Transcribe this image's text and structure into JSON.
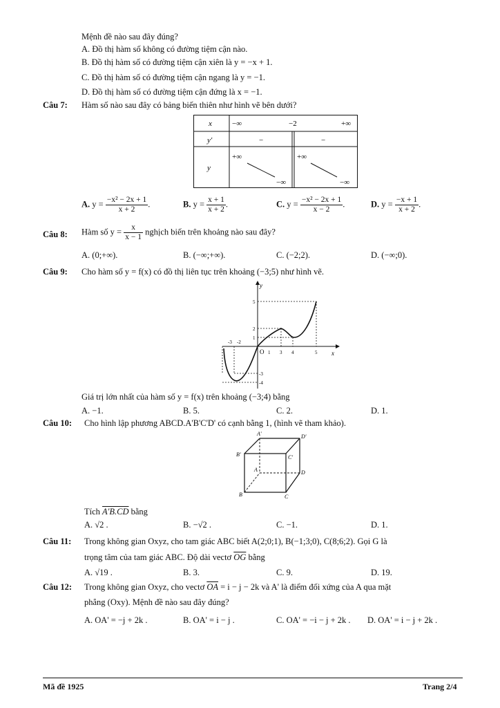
{
  "q6": {
    "stem": "Mệnh đề nào sau đây đúng?",
    "A": "A. Đồ thị hàm số không có đường tiệm cận nào.",
    "B": "B. Đồ thị hàm số có đường tiệm cận xiên là  y = −x + 1.",
    "C": "C. Đồ thị hàm số có đường tiệm cận ngang là  y = −1.",
    "D": "D. Đồ thị hàm số có đường tiệm cận đứng là  x = −1."
  },
  "q7": {
    "label": "Câu 7:",
    "stem": "Hàm số nào sau đây có bảng biến thiên như hình vẽ bên dưới?",
    "table": {
      "x": "x",
      "neg_inf": "−∞",
      "m2": "−2",
      "pos_inf": "+∞",
      "yp": "y'",
      "minus1": "−",
      "minus2": "−",
      "y": "y",
      "y_top_left": "+∞",
      "y_bot_left": "−∞",
      "y_top_right": "+∞",
      "y_bot_right": "−∞"
    },
    "A_letter": "A.",
    "A_lhs": "y =",
    "A_num": "−x² − 2x + 1",
    "A_den": "x + 2",
    "A_end": ".",
    "B_letter": "B.",
    "B_lhs": "y =",
    "B_num": "x + 1",
    "B_den": "x + 2",
    "B_end": ".",
    "C_letter": "C.",
    "C_lhs": "y =",
    "C_num": "−x² − 2x + 1",
    "C_den": "x − 2",
    "C_end": ".",
    "D_letter": "D.",
    "D_lhs": "y =",
    "D_num": "−x + 1",
    "D_den": "x + 2",
    "D_end": "."
  },
  "q8": {
    "label": "Câu 8:",
    "pre": "Hàm số  y =",
    "num": "x",
    "den": "x − 1",
    "post": "nghịch biến trên khoảng nào sau đây?",
    "A": "A. (0;+∞).",
    "B": "B. (−∞;+∞).",
    "C": "C. (−2;2).",
    "D": "D. (−∞;0)."
  },
  "q9": {
    "label": "Câu 9:",
    "stem": "Cho hàm số  y = f(x)  có đồ thị liên tục trên khoảng  (−3;5)  như hình vẽ.",
    "graph": {
      "y_axis": "y",
      "x_axis": "x",
      "origin": "O",
      "t_m3": "-3",
      "t_m2": "-2",
      "t_1": "1",
      "t_3": "3",
      "t_4": "4",
      "t_5": "5",
      "ty_5": "5",
      "ty_2": "2",
      "ty_1": "1",
      "ty_m3": "-3",
      "ty_m4": "-4"
    },
    "ask": "Giá trị lớn nhất của hàm số  y = f(x)  trên khoảng  (−3;4)  bằng",
    "A": "A. −1.",
    "B": "B. 5.",
    "C": "C. 2.",
    "D": "D. 1."
  },
  "q10": {
    "label": "Câu 10:",
    "stem": "Cho hình lập phương ABCD.A'B'C'D' có cạnh bằng 1, (hình vẽ tham khảo).",
    "cube": {
      "A1": "A'",
      "D1": "D'",
      "B1": "B'",
      "C1": "C'",
      "A": "A",
      "D": "D",
      "B": "B",
      "C": "C"
    },
    "ask_pre": "Tích",
    "ask_vec": "A'B.CD",
    "ask_post": "bằng",
    "A": "A. √2 .",
    "B": "B. −√2 .",
    "C": "C. −1.",
    "D": "D. 1."
  },
  "q11": {
    "label": "Câu 11:",
    "line1": "Trong không gian Oxyz, cho tam giác ABC biết A(2;0;1), B(−1;3;0), C(8;6;2). Gọi G là",
    "line2_pre": "trọng tâm của tam giác ABC. Độ dài vectơ",
    "line2_vec": "OG",
    "line2_post": "bằng",
    "A": "A. √19 .",
    "B": "B. 3.",
    "C": "C. 9.",
    "D": "D. 19."
  },
  "q12": {
    "label": "Câu 12:",
    "line1_pre": "Trong không gian Oxyz, cho vectơ",
    "line1_vec": "OA",
    "line1_post": "= i − j − 2k  và A' là điểm đối xứng của A qua mặt",
    "line2": "phẳng (Oxy). Mệnh đề nào sau đây đúng?",
    "A": "A.  OA' = −j + 2k .",
    "B": "B.  OA' = i − j .",
    "C": "C.  OA' = −i − j + 2k .",
    "D": "D.  OA' = i − j + 2k ."
  },
  "footer": {
    "left": "Mã đề 1925",
    "right": "Trang 2/4"
  }
}
